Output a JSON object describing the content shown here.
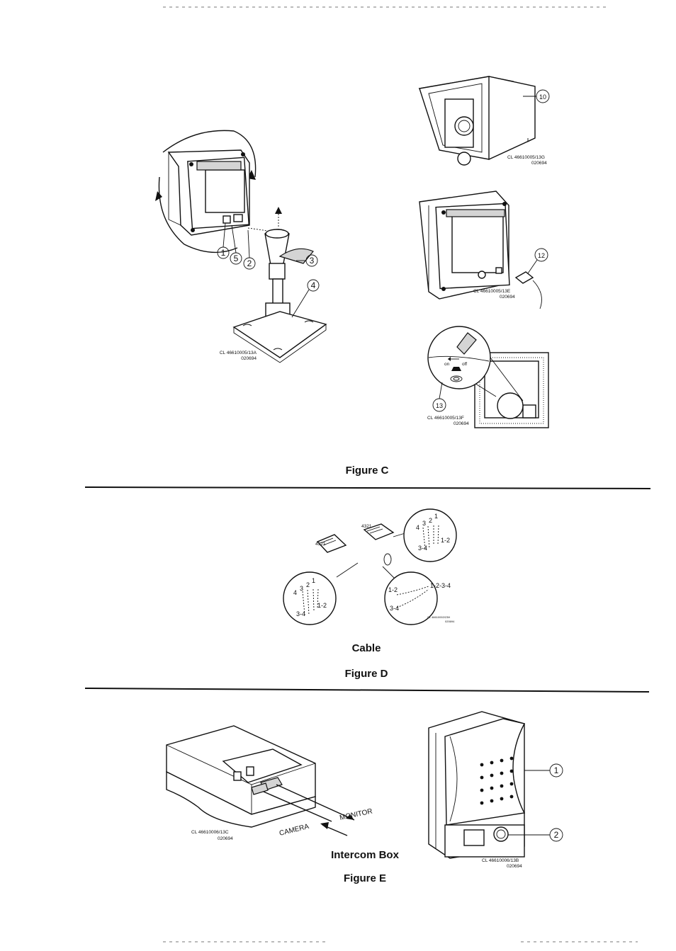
{
  "figure_c": {
    "caption": "Figure C",
    "stand": {
      "ref_code": "CL 46610005/13A",
      "ref_date": "020694",
      "callouts": [
        "1",
        "5",
        "2",
        "3",
        "4"
      ]
    },
    "camera": {
      "ref_code": "CL 46610005/13G",
      "ref_date": "020694",
      "callout": "10"
    },
    "monitor": {
      "ref_code": "CL 46610005/13E",
      "ref_date": "020694",
      "callout": "12"
    },
    "switch": {
      "ref_code": "CL 46610005/13F",
      "ref_date": "020694",
      "callout": "13",
      "on_label": "on",
      "off_label": "off"
    }
  },
  "figure_d": {
    "subcaption": "Cable",
    "caption": "Figure D",
    "plug_label": "4321",
    "detail_left": {
      "pins": [
        "4",
        "3",
        "2",
        "1"
      ],
      "pair_a": "3-4",
      "pair_b": "1-2"
    },
    "detail_right_top": {
      "pins": [
        "4",
        "3",
        "2",
        "1"
      ],
      "pair_a": "3-4",
      "pair_b": "1-2"
    },
    "detail_bottom": {
      "pair_a": "1-2",
      "pair_b": "3-4",
      "pair_all": "1-2-3-4"
    },
    "ref_code": "CL 46610002/23H",
    "ref_date": "020694"
  },
  "figure_e": {
    "subcaption": "Intercom Box",
    "caption": "Figure E",
    "box": {
      "ref_code": "CL 46610006/13C",
      "ref_date": "020694",
      "monitor_label": "MONITOR",
      "camera_label": "CAMERA"
    },
    "intercom": {
      "ref_code": "CL 46610006/13B",
      "ref_date": "020694",
      "callouts": [
        "1",
        "2"
      ]
    }
  }
}
